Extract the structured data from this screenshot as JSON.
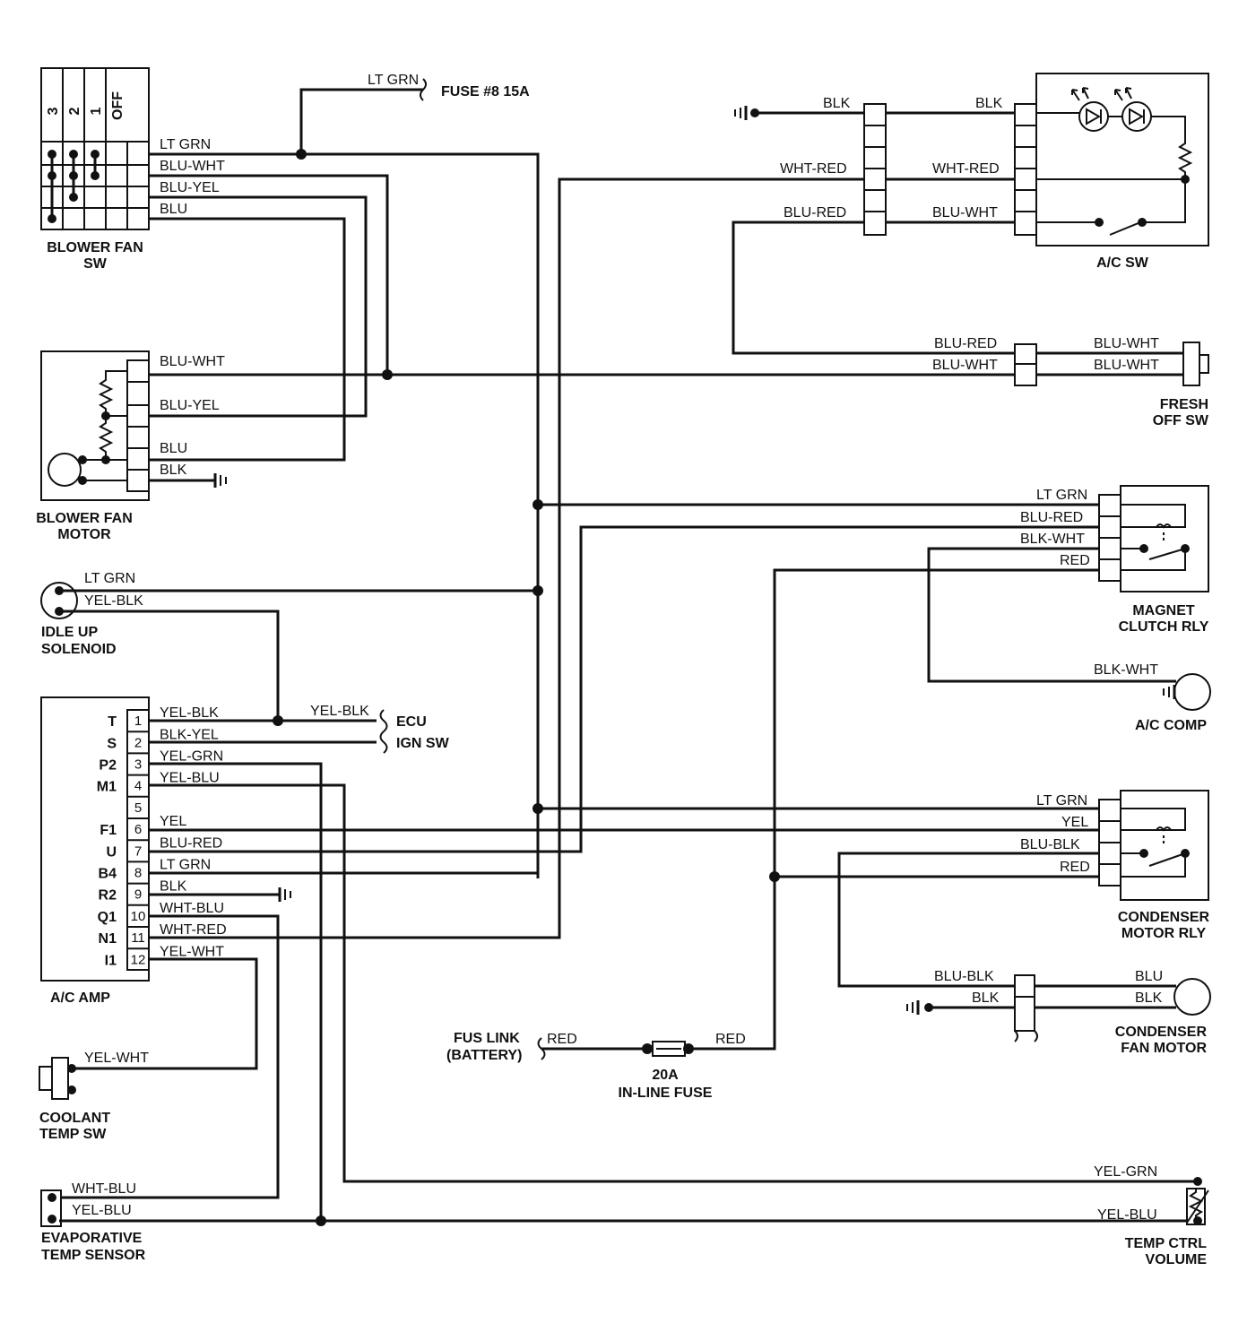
{
  "components": {
    "blower_fan_sw": {
      "line1": "BLOWER FAN",
      "line2": "SW",
      "positions": [
        "3",
        "2",
        "1",
        "OFF"
      ]
    },
    "blower_fan_motor": {
      "line1": "BLOWER FAN",
      "line2": "MOTOR"
    },
    "idle_up_solenoid": {
      "line1": "IDLE UP",
      "line2": "SOLENOID"
    },
    "ac_amp": {
      "label": "A/C AMP"
    },
    "coolant_temp_sw": {
      "line1": "COOLANT",
      "line2": "TEMP SW"
    },
    "evaporative_temp_sensor": {
      "line1": "EVAPORATIVE",
      "line2": "TEMP SENSOR"
    },
    "ac_sw": {
      "label": "A/C SW"
    },
    "fresh_off_sw": {
      "line1": "FRESH",
      "line2": "OFF SW"
    },
    "magnet_clutch_rly": {
      "line1": "MAGNET",
      "line2": "CLUTCH RLY"
    },
    "ac_comp": {
      "label": "A/C COMP"
    },
    "condenser_motor_rly": {
      "line1": "CONDENSER",
      "line2": "MOTOR RLY"
    },
    "condenser_fan_motor": {
      "line1": "CONDENSER",
      "line2": "FAN MOTOR"
    },
    "temp_ctrl_volume": {
      "line1": "TEMP CTRL",
      "line2": "VOLUME"
    },
    "fus_link": {
      "line1": "FUS LINK",
      "line2": "(BATTERY)"
    },
    "inline_fuse": {
      "line1": "20A",
      "line2": "IN-LINE FUSE"
    },
    "fuse8": {
      "label": "FUSE #8 15A"
    },
    "ecu": {
      "label": "ECU"
    },
    "ign_sw": {
      "label": "IGN SW"
    }
  },
  "ac_amp_terminals": [
    {
      "letter": "T",
      "num": "1",
      "wire": "YEL-BLK"
    },
    {
      "letter": "S",
      "num": "2",
      "wire": "BLK-YEL"
    },
    {
      "letter": "P2",
      "num": "3",
      "wire": "YEL-GRN"
    },
    {
      "letter": "M1",
      "num": "4",
      "wire": "YEL-BLU"
    },
    {
      "letter": "",
      "num": "5",
      "wire": ""
    },
    {
      "letter": "F1",
      "num": "6",
      "wire": "YEL"
    },
    {
      "letter": "U",
      "num": "7",
      "wire": "BLU-RED"
    },
    {
      "letter": "B4",
      "num": "8",
      "wire": "LT GRN"
    },
    {
      "letter": "R2",
      "num": "9",
      "wire": "BLK"
    },
    {
      "letter": "Q1",
      "num": "10",
      "wire": "WHT-BLU"
    },
    {
      "letter": "N1",
      "num": "11",
      "wire": "WHT-RED"
    },
    {
      "letter": "I1",
      "num": "12",
      "wire": "YEL-WHT"
    }
  ],
  "wires": {
    "fan_sw": [
      "LT GRN",
      "BLU-WHT",
      "BLU-YEL",
      "BLU"
    ],
    "fuse8_feed": "LT GRN",
    "motor": [
      "BLU-WHT",
      "BLU-YEL",
      "BLU",
      "BLK"
    ],
    "idle_up": [
      "LT GRN",
      "YEL-BLK"
    ],
    "ecu_feed": "YEL-BLK",
    "ac_sw_left": [
      "BLK",
      "WHT-RED",
      "BLU-RED"
    ],
    "ac_sw_right": [
      "BLK",
      "WHT-RED",
      "BLU-WHT"
    ],
    "fresh_left": [
      "BLU-RED",
      "BLU-WHT"
    ],
    "fresh_right": [
      "BLU-WHT",
      "BLU-WHT"
    ],
    "magnet_rly": [
      "LT GRN",
      "BLU-RED",
      "BLK-WHT",
      "RED"
    ],
    "ac_comp": "BLK-WHT",
    "condenser_rly": [
      "LT GRN",
      "YEL",
      "BLU-BLK",
      "RED"
    ],
    "cond_fan_left": [
      "BLU-BLK",
      "BLK"
    ],
    "cond_fan_right": [
      "BLU",
      "BLK"
    ],
    "fus_link": "RED",
    "fuse_out": "RED",
    "coolant": "YEL-WHT",
    "evap": [
      "WHT-BLU",
      "YEL-BLU"
    ],
    "temp_ctrl": [
      "YEL-GRN",
      "YEL-BLU"
    ]
  }
}
